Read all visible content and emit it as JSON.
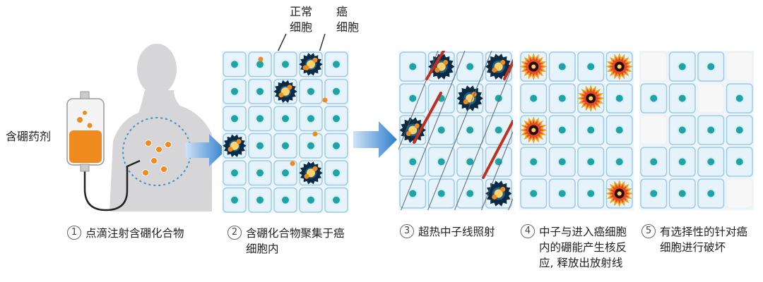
{
  "colors": {
    "cell_bg": "#e6f3fa",
    "cell_border": "#9ccbe8",
    "nucleus": "#1fa3a6",
    "cancer_dark": "#0b2b45",
    "boron_orange": "#f08a1c",
    "neutron_red": "#c0301e",
    "arrow_blue": "#2f7dcc"
  },
  "labels": {
    "boron_drug": "含硼药剂",
    "normal_cell": "正常\n细胞",
    "cancer_cell": "癌\n细胞"
  },
  "steps": [
    {
      "num": "1",
      "text": "点滴注射含硼化合物"
    },
    {
      "num": "2",
      "text": "含硼化合物聚集于癌\n细胞内"
    },
    {
      "num": "3",
      "text": "超热中子线照射"
    },
    {
      "num": "4",
      "text": "中子与进入癌细胞\n内的硼能产生核反\n应, 释放出放射线"
    },
    {
      "num": "5",
      "text": "有选择性的针对癌\n细胞进行破坏"
    }
  ]
}
